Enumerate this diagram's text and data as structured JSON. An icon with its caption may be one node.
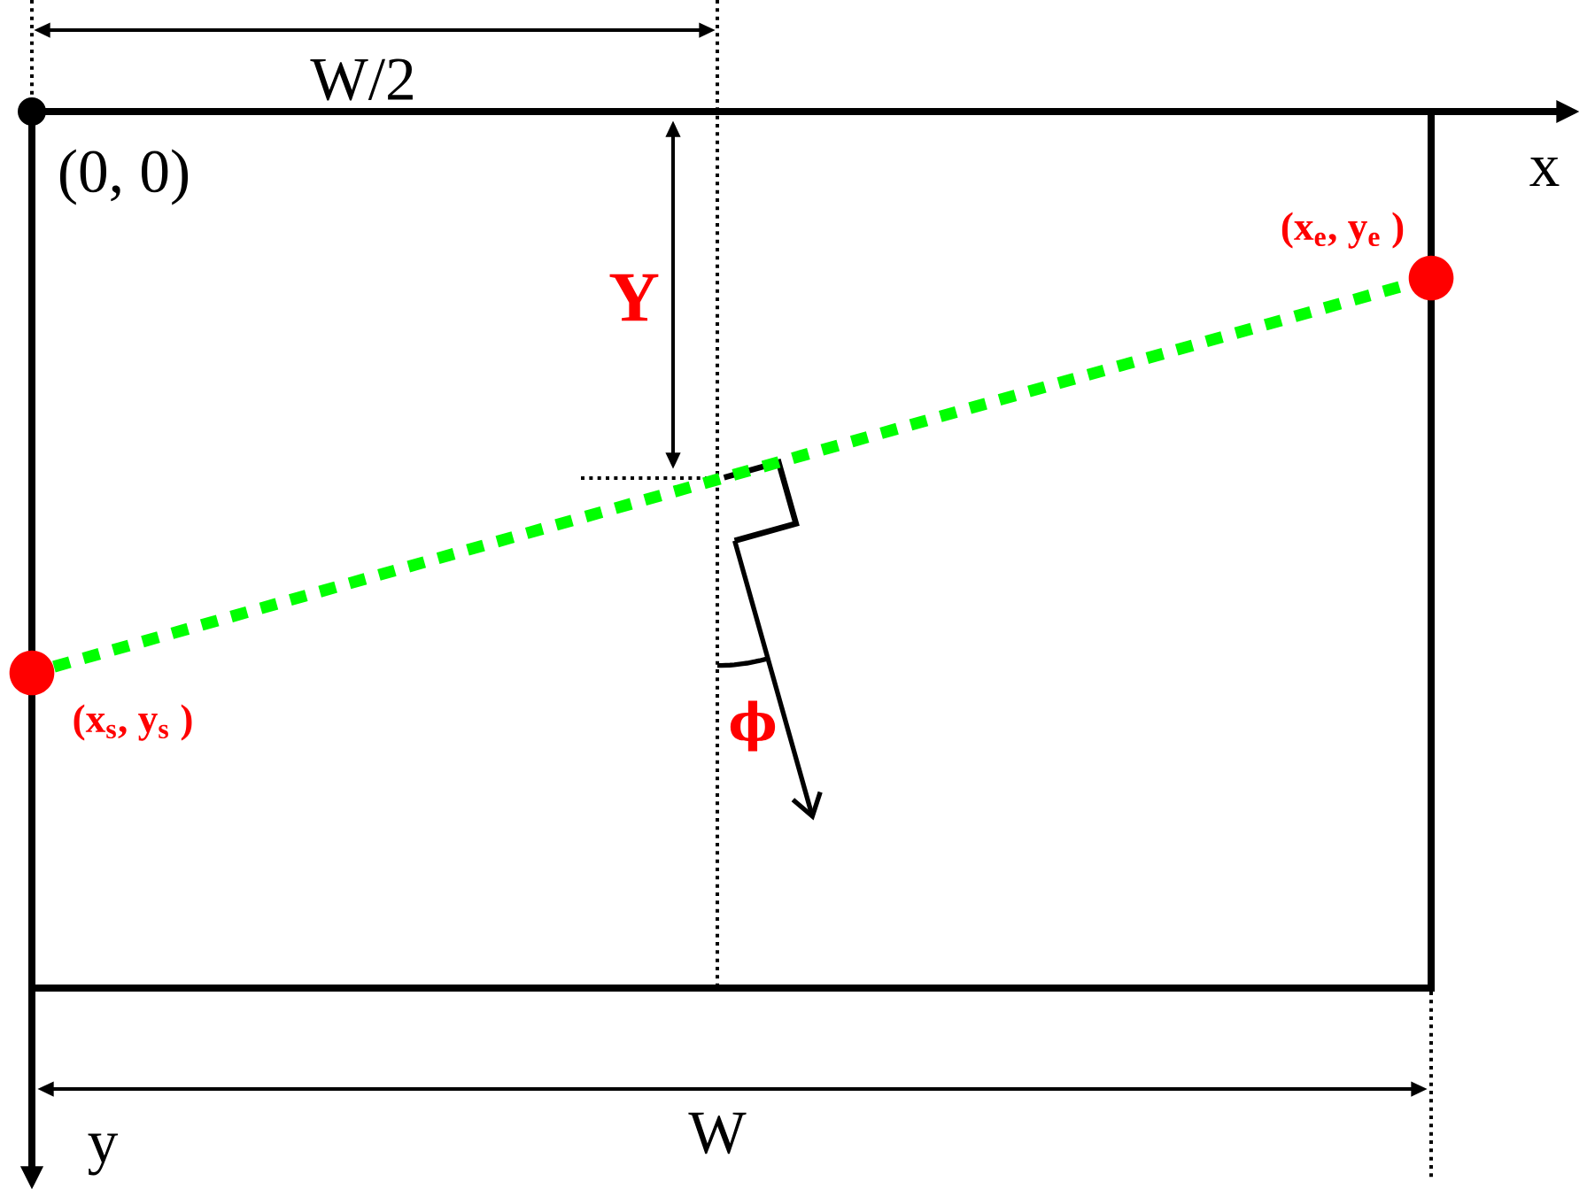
{
  "diagram": {
    "nodes": [
      {
        "text": [],
        "shape": "circle",
        "beside": [
          "(x$_{s}$, y$_{s}$ )"
        ]
      },
      {
        "text": [],
        "shape": "circle",
        "beside": [
          "(x$_{e}$, y$_{e}$ )"
        ]
      },
      {
        "text": [],
        "shape": "circle",
        "beside": [
          "(0, 0)"
        ]
      }
    ],
    "edges": [
      {
        "from": 0,
        "to": 1,
        "arrow": "none",
        "style": "dashed",
        "color": "#00ff00"
      }
    ],
    "labels": [
      "W/2",
      "x",
      "Y",
      "ϕ",
      "W",
      "y"
    ]
  }
}
